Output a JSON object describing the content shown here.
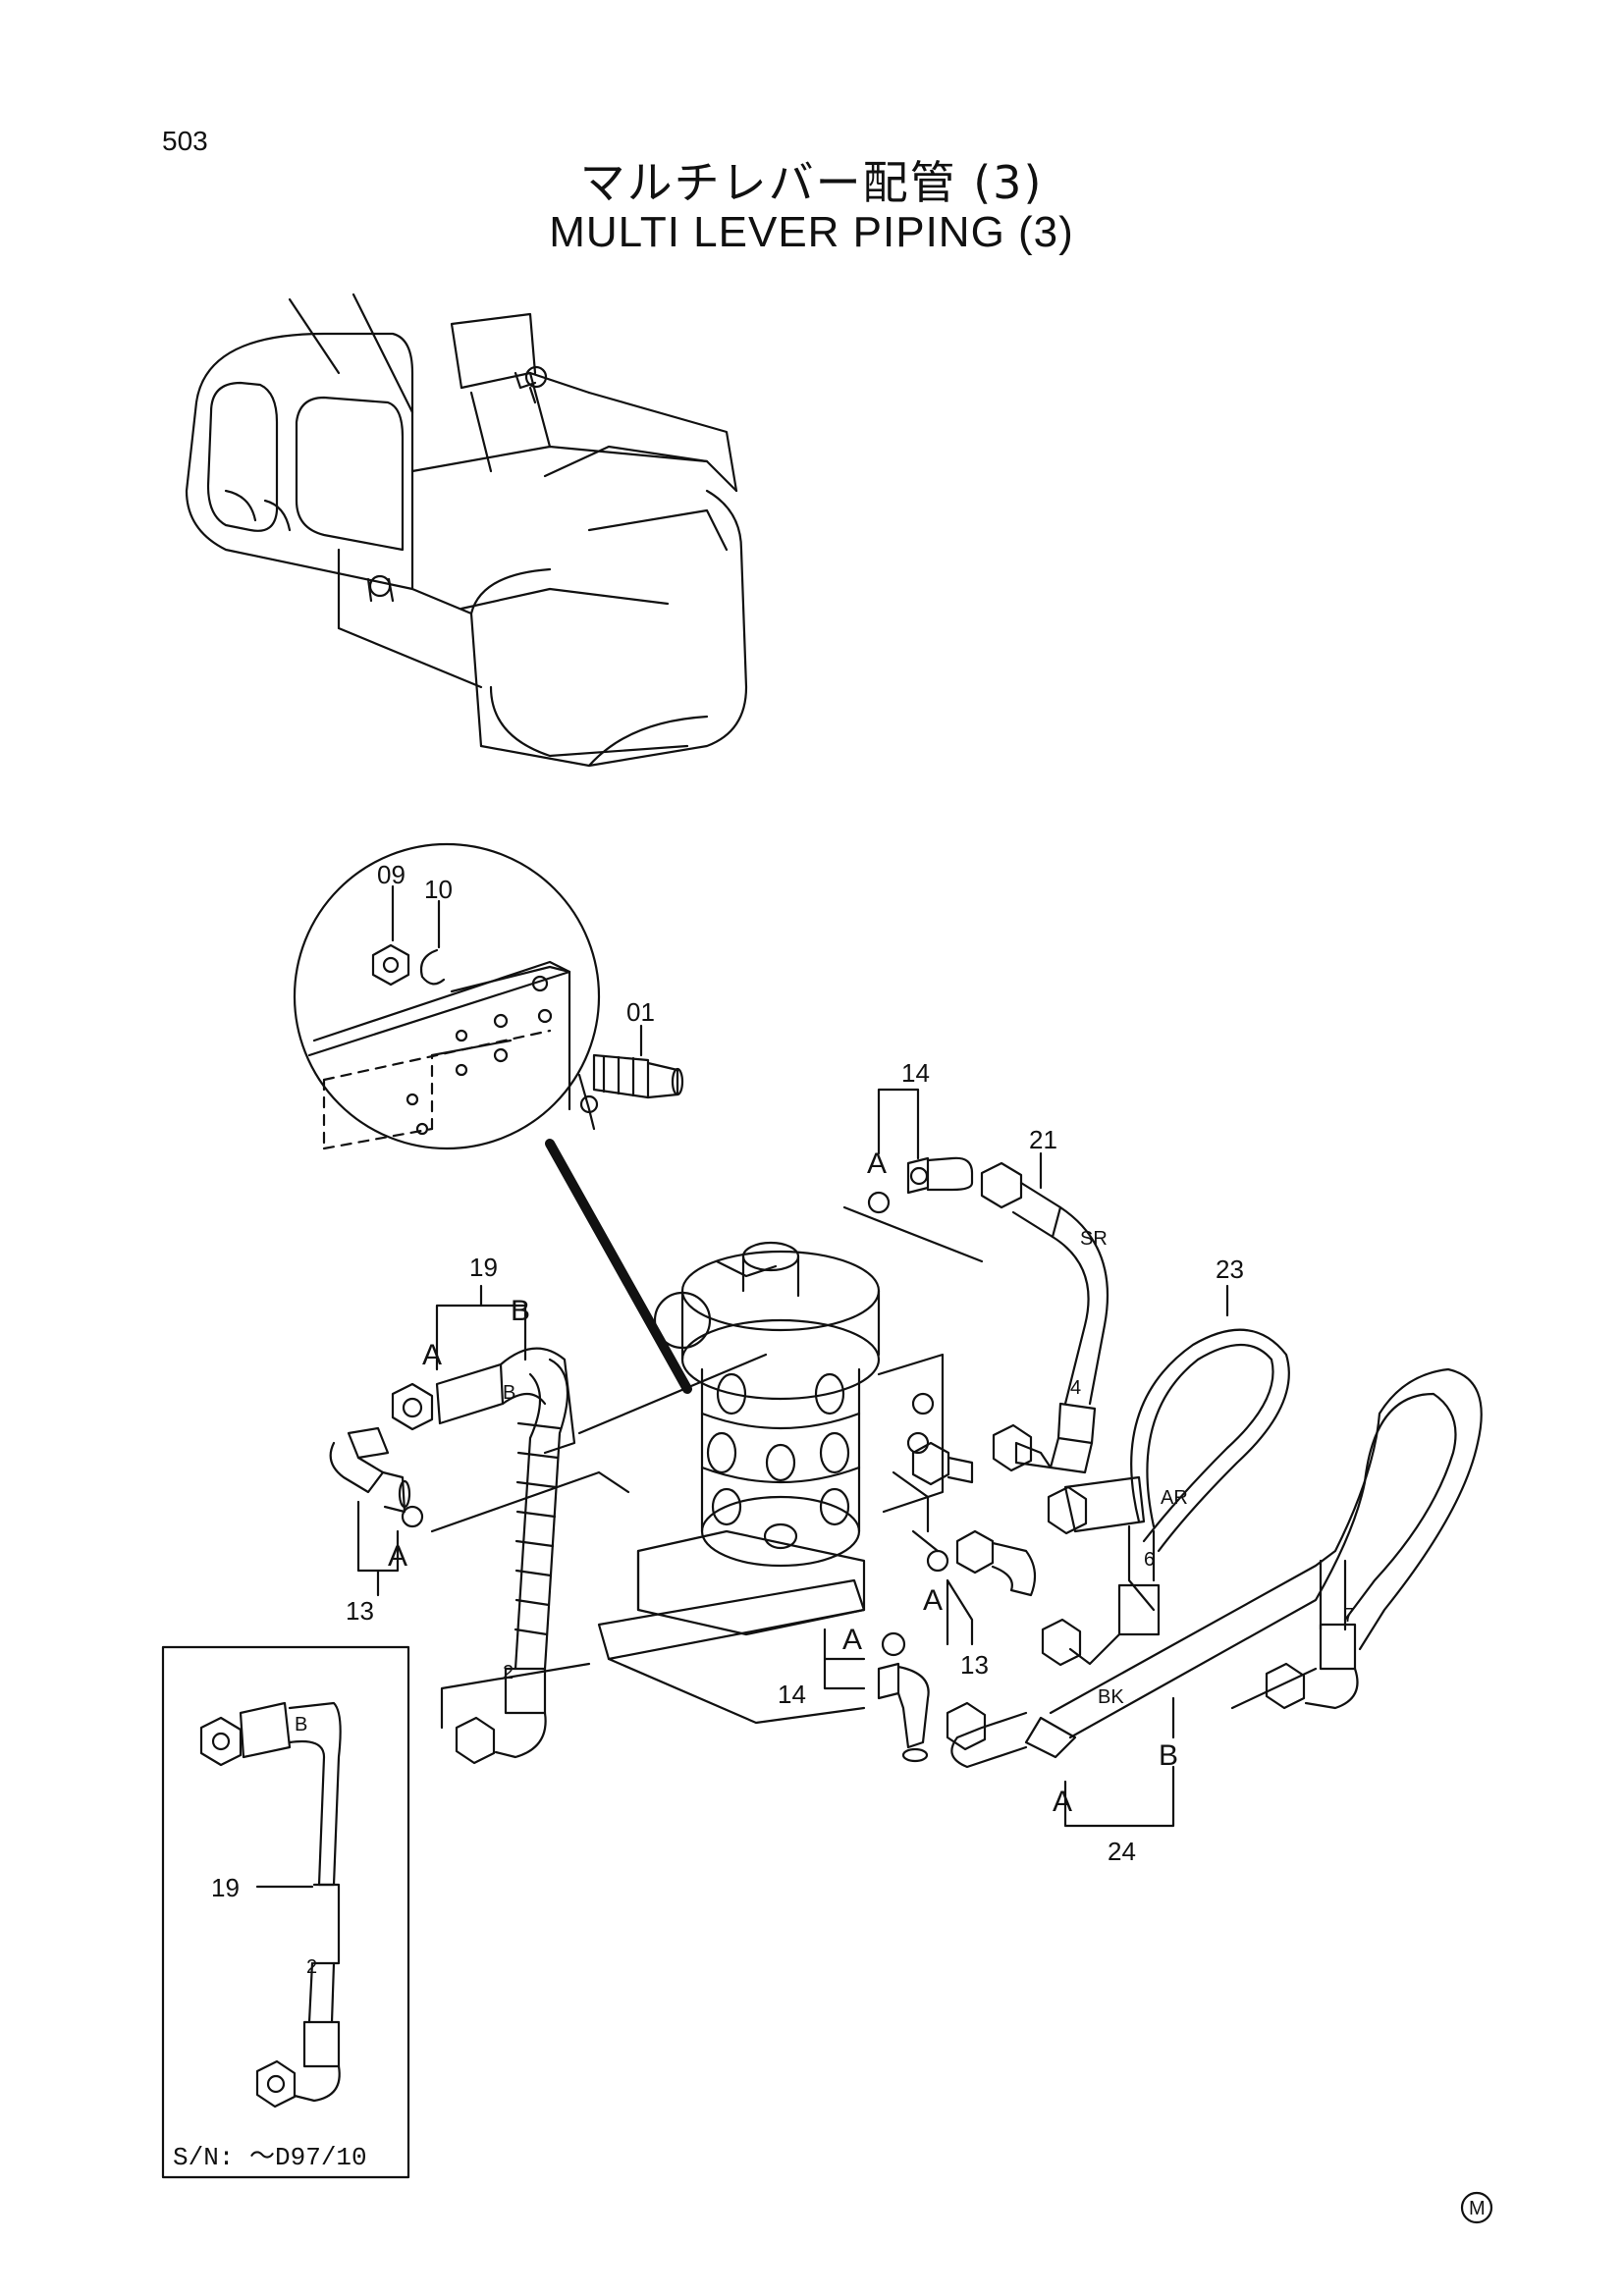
{
  "page_number": "503",
  "title_jp": "マルチレバー配管 (3)",
  "title_en": "MULTI LEVER PIPING (3)",
  "detail_callouts": [
    "09",
    "10",
    "01"
  ],
  "part_labels": {
    "p14_top": "14",
    "p21": "21",
    "p23": "23",
    "p19": "19",
    "p13_left": "13",
    "p13_right": "13",
    "p14_bottom": "14",
    "p24": "24"
  },
  "port_labels": {
    "a_top": "A",
    "a_19": "A",
    "b_19": "B",
    "b_hose": "B",
    "a_13_left": "A",
    "a_13_right": "A",
    "a_14_bottom": "A",
    "a_24": "A",
    "b_24": "B",
    "sr": "SR",
    "ar": "AR",
    "bk": "BK"
  },
  "hose_marks": {
    "h2": "2",
    "h4": "4",
    "h6": "6",
    "h7": "7"
  },
  "inset": {
    "part_label": "19",
    "port_label": "B",
    "hose_mark": "2",
    "serial_note": "S/N: ～D97/10"
  },
  "corner_mark": "M"
}
